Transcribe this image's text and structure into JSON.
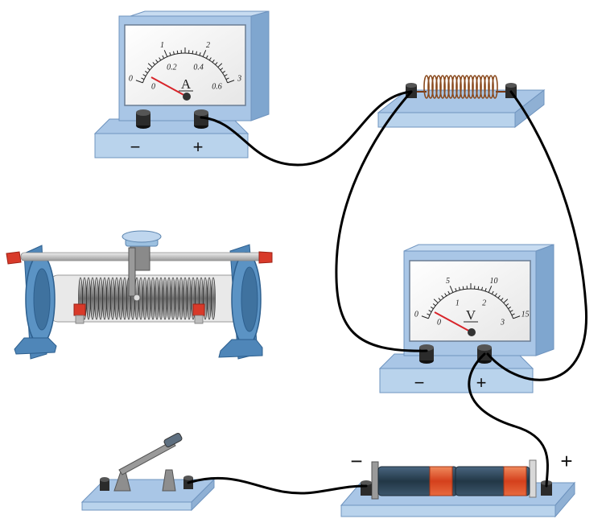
{
  "ammeter": {
    "letter": "A",
    "outer_scale": [
      "0",
      "1",
      "2",
      "3"
    ],
    "inner_scale": [
      "0",
      "0.2",
      "0.4",
      "0.6"
    ],
    "minus_label": "−",
    "plus_label": "+"
  },
  "voltmeter": {
    "letter": "V",
    "outer_scale": [
      "0",
      "5",
      "10",
      "15"
    ],
    "inner_scale": [
      "0",
      "1",
      "2",
      "3"
    ],
    "minus_label": "−",
    "plus_label": "+"
  },
  "battery": {
    "minus_label": "−",
    "plus_label": "+"
  },
  "colors": {
    "base": "#b9d3ec",
    "base_dark": "#8fb0d4",
    "wire": "#000000",
    "terminal": "#2b2b2b",
    "cell_body": "#2c4356",
    "cell_band": "#e0532a",
    "rheostat_frame": "#4f86b8",
    "knob_red": "#d83a2a"
  }
}
